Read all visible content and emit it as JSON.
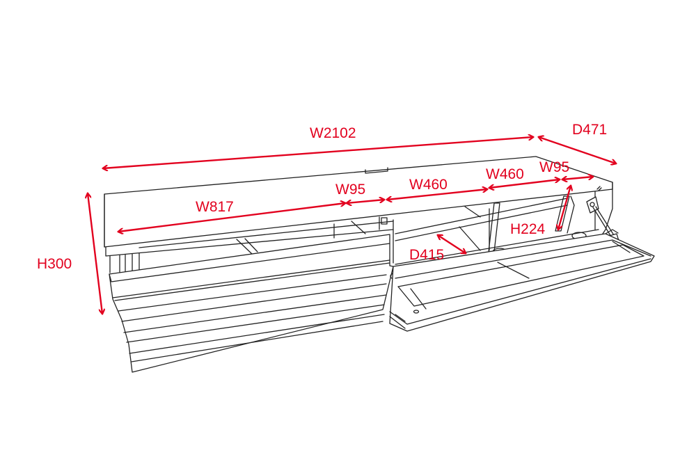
{
  "colors": {
    "dimension": "#e2001e",
    "outline": "#222222",
    "background": "#ffffff"
  },
  "dimensions": {
    "overall_width": "W2102",
    "overall_depth": "D471",
    "overall_height": "H300",
    "left_compartment_width": "W817",
    "divider_width_left": "W95",
    "center_compartment_width": "W460",
    "right_compartment_width": "W460",
    "divider_width_right": "W95",
    "interior_height": "H224",
    "interior_depth": "D415"
  }
}
